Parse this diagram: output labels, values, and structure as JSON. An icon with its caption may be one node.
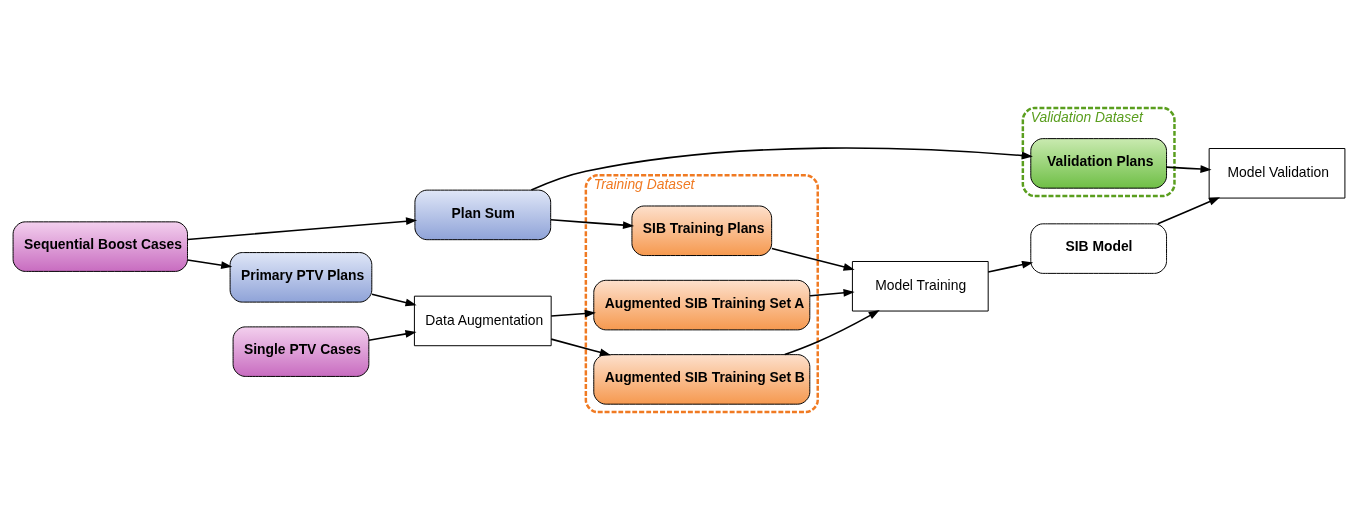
{
  "diagram": {
    "nodes": [
      {
        "text": [
          "Sequential Boost Cases"
        ]
      },
      {
        "text": [
          "Single PTV Cases"
        ]
      },
      {
        "text": [
          "Plan Sum"
        ]
      },
      {
        "text": [
          "Primary PTV Plans"
        ]
      },
      {
        "text": [
          "Data Augmentation"
        ]
      },
      {
        "text": [
          "Validation Dataset"
        ]
      },
      {
        "text": [
          "Validation Plans"
        ],
        "in": 5
      },
      {
        "text": [
          "Training Dataset"
        ]
      },
      {
        "text": [
          "SIB Training Plans"
        ],
        "in": 7
      },
      {
        "text": [
          "Augmented SIB Training Set A"
        ],
        "in": 7
      },
      {
        "text": [
          "Augmented SIB Training Set B"
        ],
        "in": 7
      },
      {
        "text": [
          "Model Training"
        ]
      },
      {
        "text": [
          "SIB Model"
        ]
      },
      {
        "text": [
          "Model Validation"
        ]
      }
    ],
    "edges": [
      {
        "from": 0,
        "to": 2,
        "arrow": "to"
      },
      {
        "from": 0,
        "to": 3,
        "arrow": "to"
      },
      {
        "from": 2,
        "to": 6,
        "arrow": "to"
      },
      {
        "from": 2,
        "to": 8,
        "arrow": "to"
      },
      {
        "from": 3,
        "to": 4,
        "arrow": "to"
      },
      {
        "from": 1,
        "to": 4,
        "arrow": "to"
      },
      {
        "from": 4,
        "to": 9,
        "arrow": "to"
      },
      {
        "from": 4,
        "to": 10,
        "arrow": "to"
      },
      {
        "from": 8,
        "to": 11,
        "arrow": "to"
      },
      {
        "from": 9,
        "to": 11,
        "arrow": "to"
      },
      {
        "from": 10,
        "to": 11,
        "arrow": "to"
      },
      {
        "from": 11,
        "to": 12,
        "arrow": "to"
      },
      {
        "from": 12,
        "to": 13,
        "arrow": "to"
      },
      {
        "from": 6,
        "to": 13,
        "arrow": "to"
      }
    ]
  }
}
